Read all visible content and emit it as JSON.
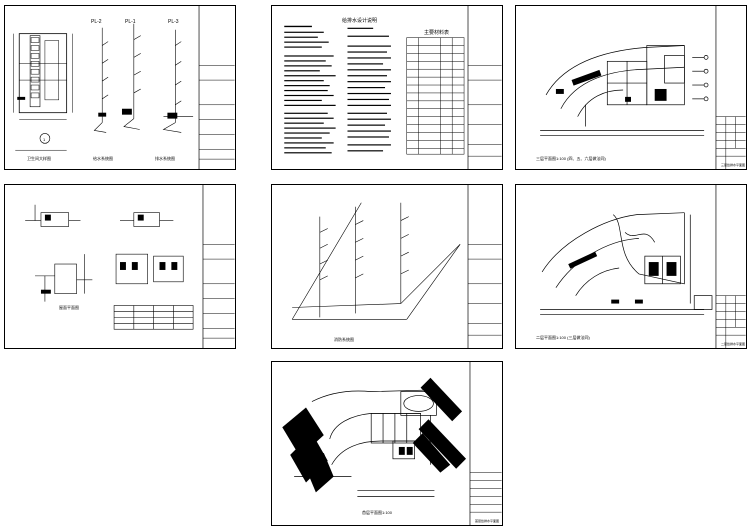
{
  "sheets": [
    {
      "id": "s1",
      "caption_a": "卫生间大样图",
      "caption_b": "给水系统图",
      "caption_c": "排水系统图",
      "riser_a": "PL-2",
      "riser_b": "PL-1",
      "riser_c": "PL-3",
      "circle_mark": "1"
    },
    {
      "id": "s2",
      "title": "给排水设计说明",
      "table_title": "主要材料表"
    },
    {
      "id": "s3",
      "caption": "三层平面图1:100 (四、五、六层做法同)",
      "title_block": "三层给排水平面图"
    },
    {
      "id": "s4",
      "caption": "屋面平面图"
    },
    {
      "id": "s5",
      "caption": "消防系统图"
    },
    {
      "id": "s6",
      "caption": "二层平面图1:100 (三层做法同)",
      "title_block": "二层给排水平面图"
    },
    {
      "id": "s7",
      "caption": "首层平面图1:100",
      "title_block": "首层给排水平面图"
    }
  ],
  "colors": {
    "line": "#000000",
    "paper": "#ffffff"
  }
}
